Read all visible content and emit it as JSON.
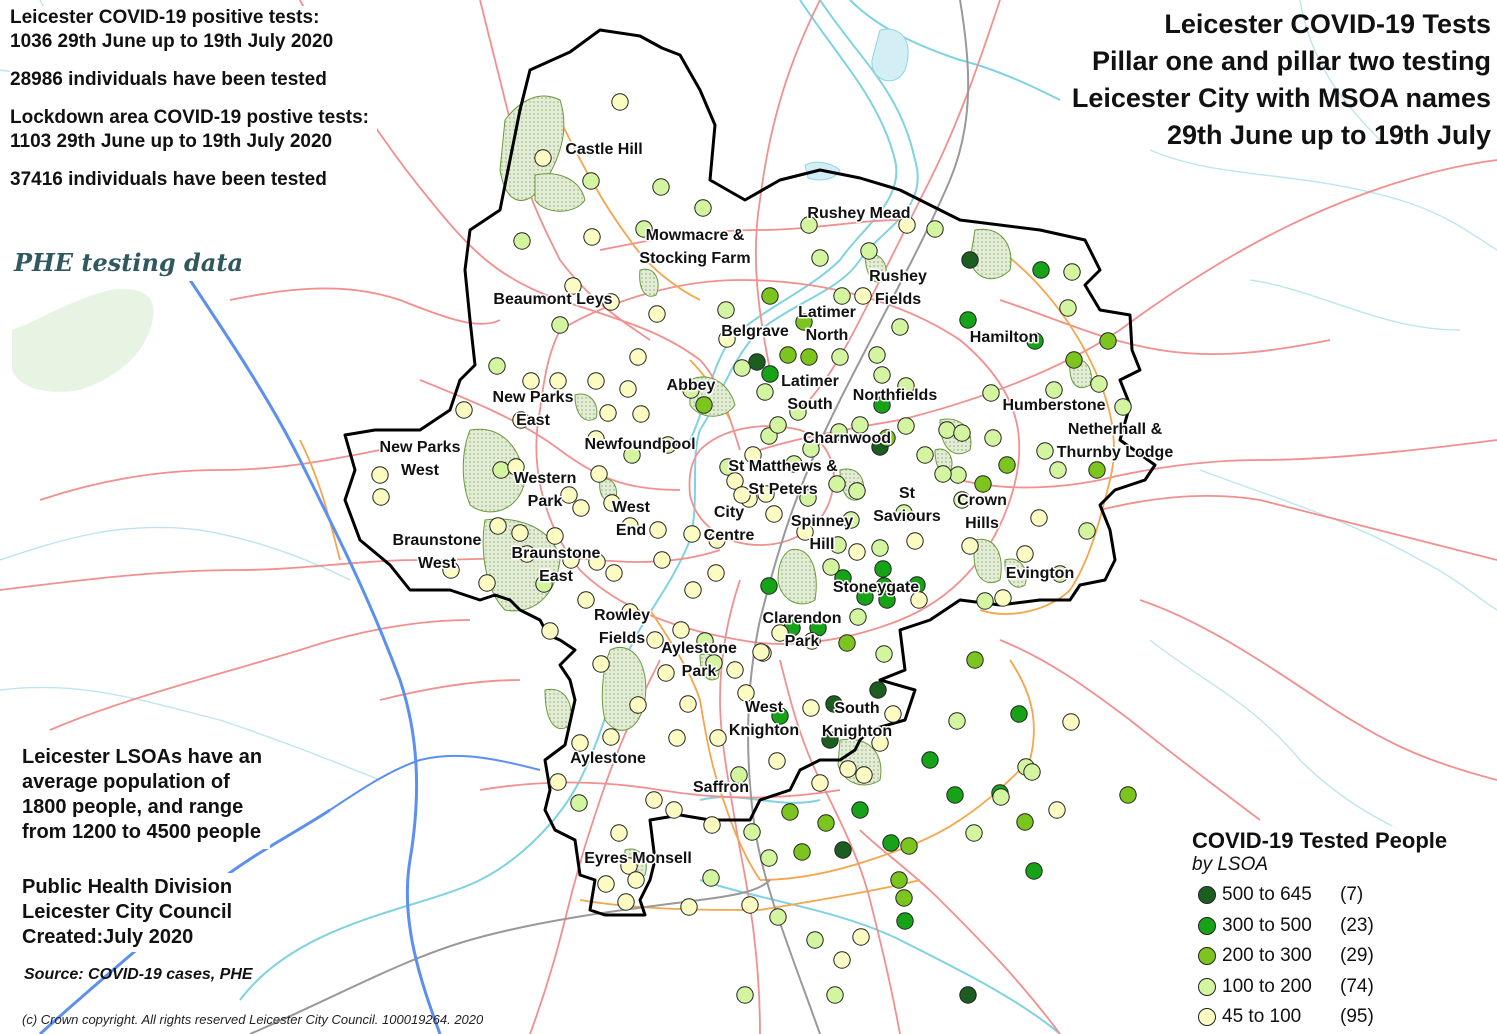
{
  "title": {
    "lines": [
      "Leicester COVID-19 Tests",
      "Pillar one and pillar two testing",
      "Leicester City with MSOA names",
      "29th June up to 19th July"
    ]
  },
  "stats": {
    "city_positive_label": "Leicester COVID-19 positive tests:",
    "city_positive_value": "1036 29th June up to 19th July 2020",
    "city_tested": "28986 individuals have been tested",
    "lockdown_positive_label": "Lockdown area COVID-19 postive tests:",
    "lockdown_positive_value": "1103 29th June up to 19th July 2020",
    "lockdown_tested": "37416 individuals have been tested",
    "data_source_tag": "PHE testing data"
  },
  "note": {
    "lines": [
      "Leicester LSOAs have an",
      "average population of",
      "1800 people, and range",
      "from 1200 to 4500 people"
    ]
  },
  "credit": {
    "lines": [
      "Public Health Division",
      "Leicester City Council",
      "Created:July 2020"
    ]
  },
  "source": "Source: COVID-19 cases, PHE",
  "copyright": "(c) Crown copyright. All rights reserved Leicester City Council. 100019264. 2020",
  "legend": {
    "title": "COVID-19 Tested People",
    "subtitle": "by LSOA",
    "classes": [
      {
        "range": "500 to 645",
        "count": "(7)",
        "color": "#1b5e20"
      },
      {
        "range": "300 to 500",
        "count": "(23)",
        "color": "#17a317"
      },
      {
        "range": "200 to 300",
        "count": "(29)",
        "color": "#7cc51e"
      },
      {
        "range": "100 to 200",
        "count": "(74)",
        "color": "#d4f5a0"
      },
      {
        "range": "45 to 100",
        "count": "(95)",
        "color": "#fbfbc2"
      }
    ]
  },
  "msoa_labels": [
    [
      "Castle Hill"
    ],
    [
      "Mowmacre &",
      "Stocking Farm"
    ],
    [
      "Rushey Mead"
    ],
    [
      "Rushey",
      "Fields"
    ],
    [
      "Beaumont Leys"
    ],
    [
      "Latimer",
      "North"
    ],
    [
      "Belgrave"
    ],
    [
      "Hamilton"
    ],
    [
      "Abbey"
    ],
    [
      "Latimer",
      "South"
    ],
    [
      "Northfields"
    ],
    [
      "Humberstone"
    ],
    [
      "New Parks",
      "East"
    ],
    [
      "Netherhall &",
      "Thurnby Lodge"
    ],
    [
      "New Parks",
      "West"
    ],
    [
      "Newfoundpool"
    ],
    [
      "Charnwood"
    ],
    [
      "St Matthews &",
      "St Peters"
    ],
    [
      "Western",
      "Park"
    ],
    [
      "St",
      "Saviours"
    ],
    [
      "Crown",
      "Hills"
    ],
    [
      "West",
      "End"
    ],
    [
      "City",
      "Centre"
    ],
    [
      "Spinney",
      "Hill"
    ],
    [
      "Braunstone",
      "West"
    ],
    [
      "Braunstone",
      "East"
    ],
    [
      "Evington"
    ],
    [
      "Stoneygate"
    ],
    [
      "Rowley",
      "Fields"
    ],
    [
      "Clarendon",
      "Park"
    ],
    [
      "Aylestone",
      "Park"
    ],
    [
      "West",
      "Knighton"
    ],
    [
      "South",
      "Knighton"
    ],
    [
      "Aylestone"
    ],
    [
      "Saffron"
    ],
    [
      "Eyres Monsell"
    ]
  ]
}
